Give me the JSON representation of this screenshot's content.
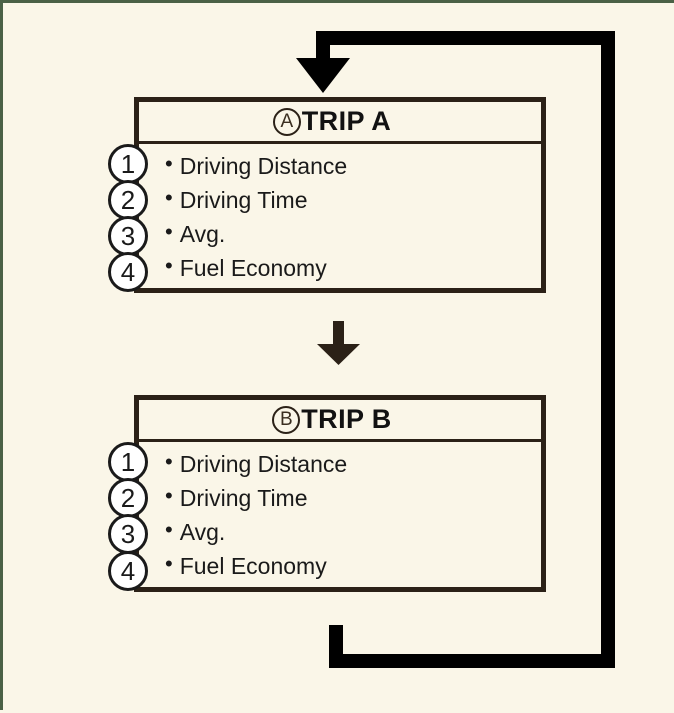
{
  "page": {
    "background_color": "#faf6e8",
    "frame_color": "#4a6146",
    "ink_color": "#2b2117",
    "loop_color": "#000000"
  },
  "boxes": [
    {
      "badge": "A",
      "title": "TRIP A",
      "items": [
        {
          "num": "1",
          "bullet": "•",
          "label": "Driving Distance"
        },
        {
          "num": "2",
          "bullet": "•",
          "label": "Driving Time"
        },
        {
          "num": "3",
          "bullet": "•",
          "label": "Avg."
        },
        {
          "num": "4",
          "bullet": "•",
          "label": "Fuel Economy"
        }
      ]
    },
    {
      "badge": "B",
      "title": "TRIP B",
      "items": [
        {
          "num": "1",
          "bullet": "•",
          "label": "Driving Distance"
        },
        {
          "num": "2",
          "bullet": "•",
          "label": "Driving Time"
        },
        {
          "num": "3",
          "bullet": "•",
          "label": "Avg."
        },
        {
          "num": "4",
          "bullet": "•",
          "label": "Fuel Economy"
        }
      ]
    }
  ],
  "connectors": {
    "middle_arrow": "down-arrow",
    "loop_arrow": "loop-back-arrow"
  }
}
